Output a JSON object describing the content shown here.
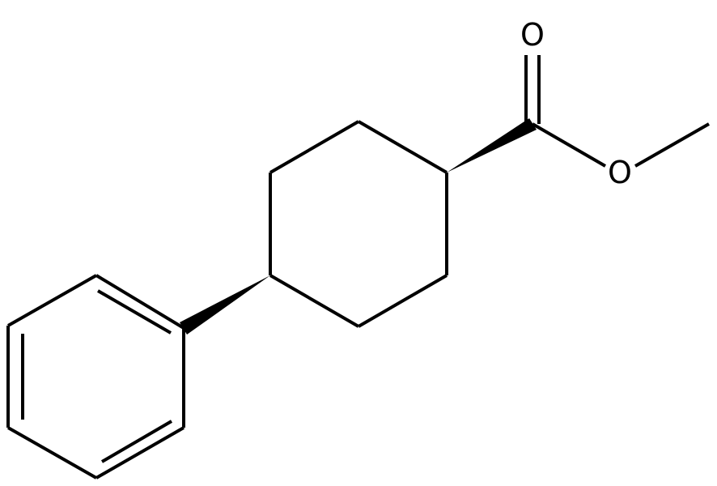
{
  "diagram": {
    "type": "chemical-structure",
    "atoms": [
      {
        "id": "O_carbonyl",
        "label": "O"
      },
      {
        "id": "O_ester",
        "label": "O"
      }
    ],
    "stereo_bonds": [
      {
        "id": "wedge-ring-to-carbonyl",
        "style": "wedge"
      },
      {
        "id": "wedge-ring-to-phenyl",
        "style": "wedge"
      }
    ]
  }
}
